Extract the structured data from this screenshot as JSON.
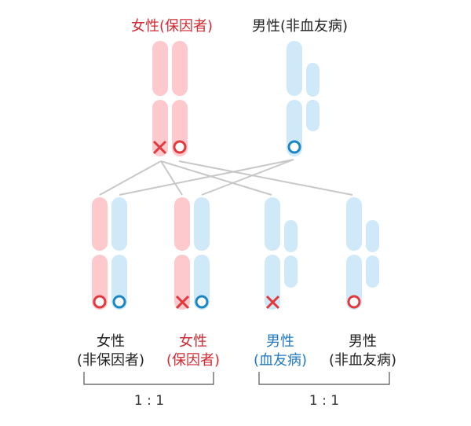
{
  "parents": {
    "female": {
      "label": "女性(保因者)",
      "color": "#cf2a33"
    },
    "male": {
      "label": "男性(非血友病)",
      "color": "#222222"
    }
  },
  "children": [
    {
      "line1": "女性",
      "line2": "(非保因者)",
      "color": "#222222"
    },
    {
      "line1": "女性",
      "line2": "(保因者)",
      "color": "#cf2a33"
    },
    {
      "line1": "男性",
      "line2": "(血友病)",
      "color": "#1f78c1"
    },
    {
      "line1": "男性",
      "line2": "(非血友病)",
      "color": "#222222"
    }
  ],
  "ratios": {
    "female": "1 : 1",
    "male": "1 : 1"
  },
  "colors": {
    "x_chrom": "#fec9cd",
    "y_chrom": "#cfe9f9",
    "mutant_marker": "#e03a3e",
    "normal_marker_red": "#e03a3e",
    "normal_marker_blue": "#1a86c4",
    "lines": "#c8c8c8"
  },
  "legend_symbols": {
    "cross": "mutant-x-icon",
    "circle": "normal-x-icon"
  }
}
